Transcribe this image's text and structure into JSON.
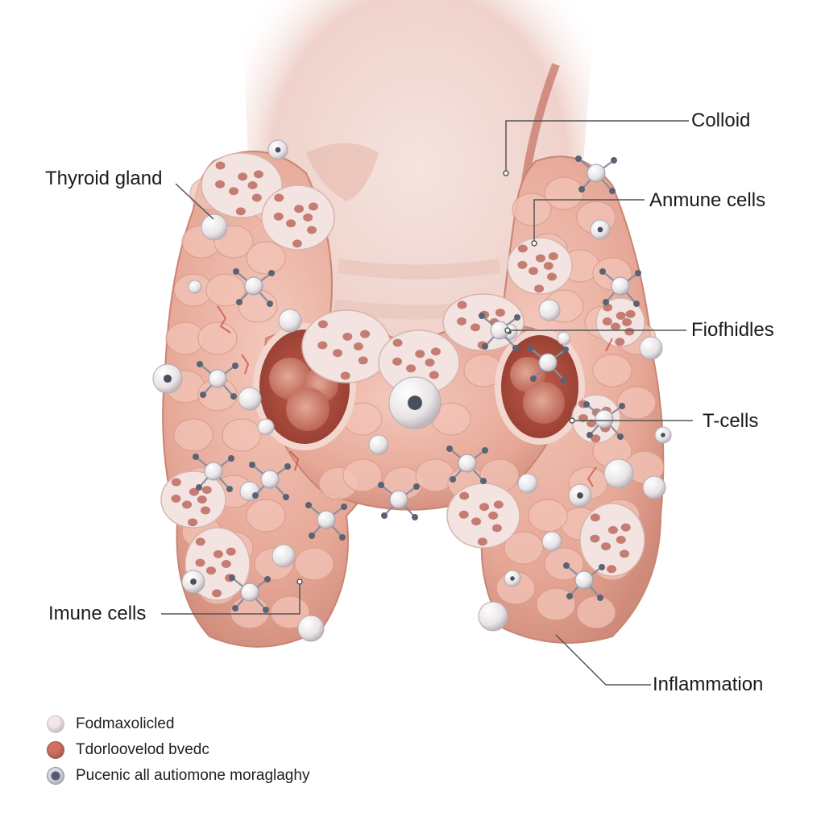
{
  "labels": {
    "colloid": "Colloid",
    "thyroid_gland": "Thyroid gland",
    "anmune_cells": "Anmune cells",
    "fiofhidles": "Fiofhidles",
    "t_cells": "T-cells",
    "imune_cells": "Imune cells",
    "inflammation": "Inflammation"
  },
  "legend": [
    {
      "text": "Fodmaxolicled",
      "color": "#f1e6e8",
      "icon": "light-sphere-icon"
    },
    {
      "text": "Tdorloovelod bvedc",
      "color": "#cf7062",
      "icon": "red-sphere-icon"
    },
    {
      "text": "Pucenic all autiomone moraglaghy",
      "color": "#9aa0b0",
      "icon": "immune-cell-sphere-icon"
    }
  ],
  "colors": {
    "tissue": "#e9b1a4",
    "tissue_dark": "#c98474",
    "neck": "#f3dcd6",
    "inflammation": "#c9473a",
    "leader_line": "#555555"
  }
}
